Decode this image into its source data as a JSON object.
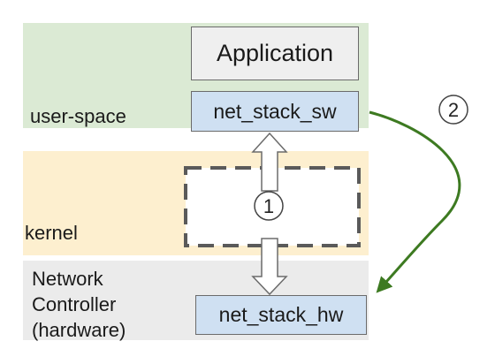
{
  "layers": {
    "user_space_label": "user-space",
    "kernel_label": "kernel",
    "hardware_label_lines": [
      "Network",
      "Controller",
      "(hardware)"
    ]
  },
  "boxes": {
    "application": "Application",
    "net_stack_sw": "net_stack_sw",
    "net_stack_hw": "net_stack_hw"
  },
  "paths": {
    "kernel_path_marker": "1",
    "bypass_path_marker": "2"
  },
  "colors": {
    "user_space": "#dbead4",
    "kernel": "#fdefcf",
    "hardware": "#ebebeb",
    "stack_box": "#cfe0f2",
    "bypass_arrow": "#3d7a21"
  }
}
